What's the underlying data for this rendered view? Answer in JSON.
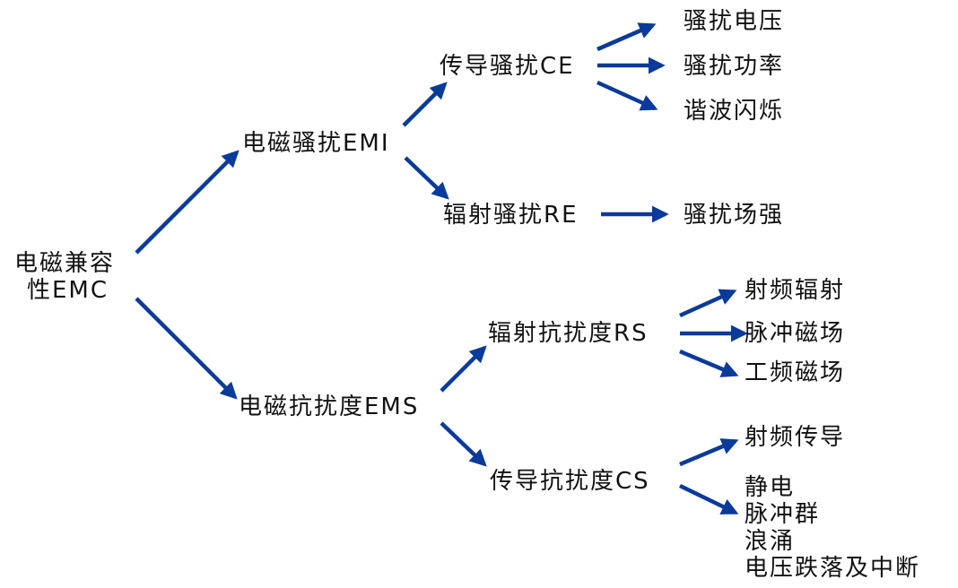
{
  "colors": {
    "arrow": "#0a3a9a",
    "text": "#111111"
  },
  "root": {
    "line1": "电磁兼容",
    "line2": "性EMC"
  },
  "emi": {
    "label": "电磁骚扰EMI",
    "ce": {
      "label": "传导骚扰CE",
      "leaves": [
        "骚扰电压",
        "骚扰功率",
        "谐波闪烁"
      ]
    },
    "re": {
      "label": "辐射骚扰RE",
      "leaves": [
        "骚扰场强"
      ]
    }
  },
  "ems": {
    "label": "电磁抗扰度EMS",
    "rs": {
      "label": "辐射抗扰度RS",
      "leaves": [
        "射频辐射",
        "脉冲磁场",
        "工频磁场"
      ]
    },
    "cs": {
      "label": "传导抗扰度CS",
      "leaves": [
        "射频传导",
        "静电",
        "脉冲群",
        "浪涌",
        "电压跌落及中断"
      ]
    }
  }
}
